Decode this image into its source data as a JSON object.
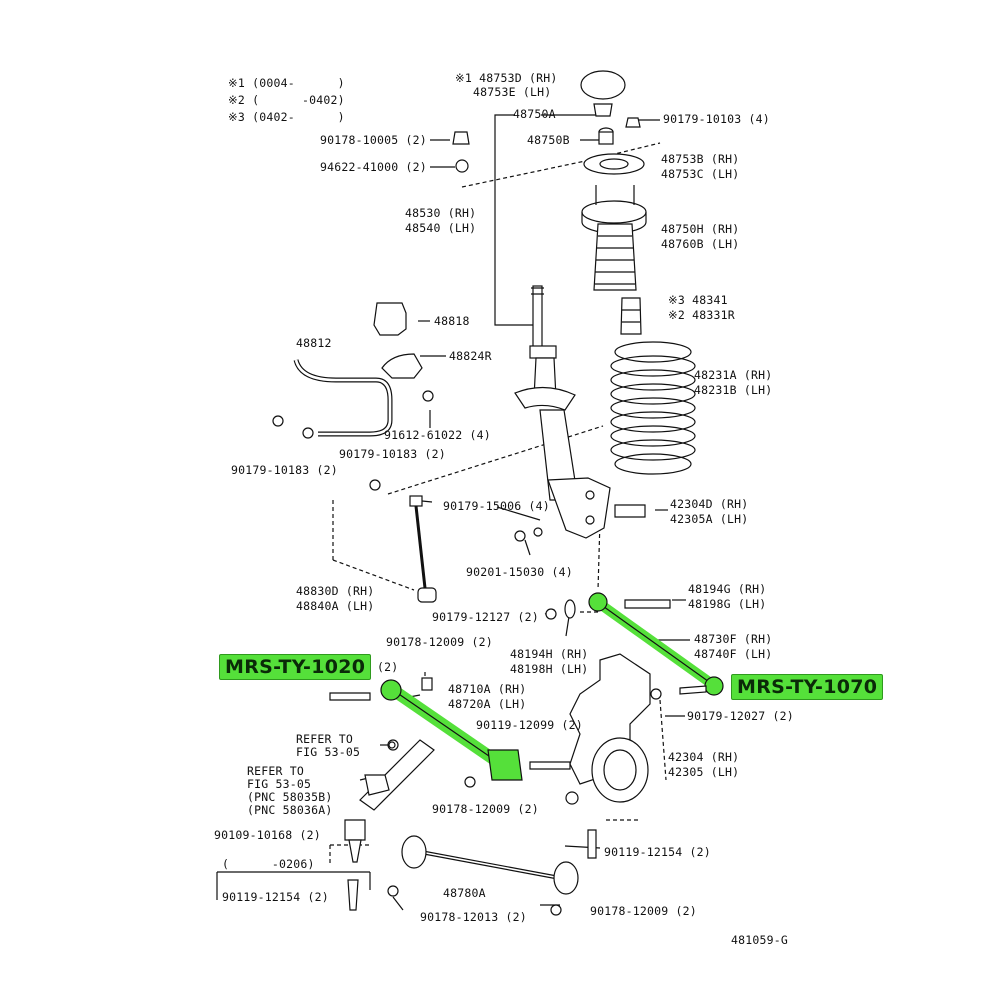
{
  "notes": {
    "n1": "※1 (0004-      )",
    "n2": "※2 (      -0402)",
    "n3": "※3 (0402-      )"
  },
  "labels": {
    "p48753d": "※1 48753D (RH)",
    "p48753e": "48753E (LH)",
    "p48750a": "48750A",
    "p48750b": "48750B",
    "p90179_10103": "90179-10103 (4)",
    "p48753b": "48753B (RH)",
    "p48753c": "48753C (LH)",
    "p90178_10005": "90178-10005 (2)",
    "p94622": "94622-41000 (2)",
    "p48530": "48530 (RH)",
    "p48540": "48540 (LH)",
    "p48750h": "48750H (RH)",
    "p48760b": "48760B (LH)",
    "p48341": "※3 48341",
    "p48331r": "※2 48331R",
    "p48818": "48818",
    "p48812": "48812",
    "p48824r": "48824R",
    "p48231a": "48231A (RH)",
    "p48231b": "48231B (LH)",
    "p91612": "91612-61022 (4)",
    "p90179_10183a": "90179-10183 (2)",
    "p90179_10183b": "90179-10183 (2)",
    "p90179_15006": "90179-15006 (4)",
    "p42304d": "42304D (RH)",
    "p42305a": "42305A (LH)",
    "p90201": "90201-15030 (4)",
    "p48830d": "48830D (RH)",
    "p48840a": "48840A (LH)",
    "p90179_12127": "90179-12127 (2)",
    "p48194g": "48194G (RH)",
    "p48198g": "48198G (LH)",
    "p48194h": "48194H (RH)",
    "p48198h": "48198H (LH)",
    "p48730f": "48730F (RH)",
    "p48740f": "48740F (LH)",
    "p90178_12009a": "90178-12009 (2)",
    "p_2": "(2)",
    "p48710a": "48710A (RH)",
    "p48720a": "48720A (LH)",
    "p90179_12027": "90179-12027 (2)",
    "p90119_12099": "90119-12099 (2)",
    "refer1a": "REFER TO",
    "refer1b": "FIG 53-05",
    "refer2a": "REFER TO",
    "refer2b": "FIG 53-05",
    "refer2c": "(PNC 58035B)",
    "refer2d": "(PNC 58036A)",
    "p42304": "42304 (RH)",
    "p42305": "42305 (LH)",
    "p90178_12009b": "90178-12009 (2)",
    "p90109": "90109-10168 (2)",
    "p90119_12154a": "90119-12154 (2)",
    "p_0206": "(      -0206)",
    "p90119_12154b": "90119-12154 (2)",
    "p48780a": "48780A",
    "p90178_12013": "90178-12013 (2)",
    "p90178_12009c": "90178-12009 (2)",
    "fig": "481059-G"
  },
  "badges": {
    "left": "MRS-TY-1020",
    "right": "MRS-TY-1070"
  },
  "colors": {
    "highlight": "#55e03a",
    "line": "#111111"
  }
}
